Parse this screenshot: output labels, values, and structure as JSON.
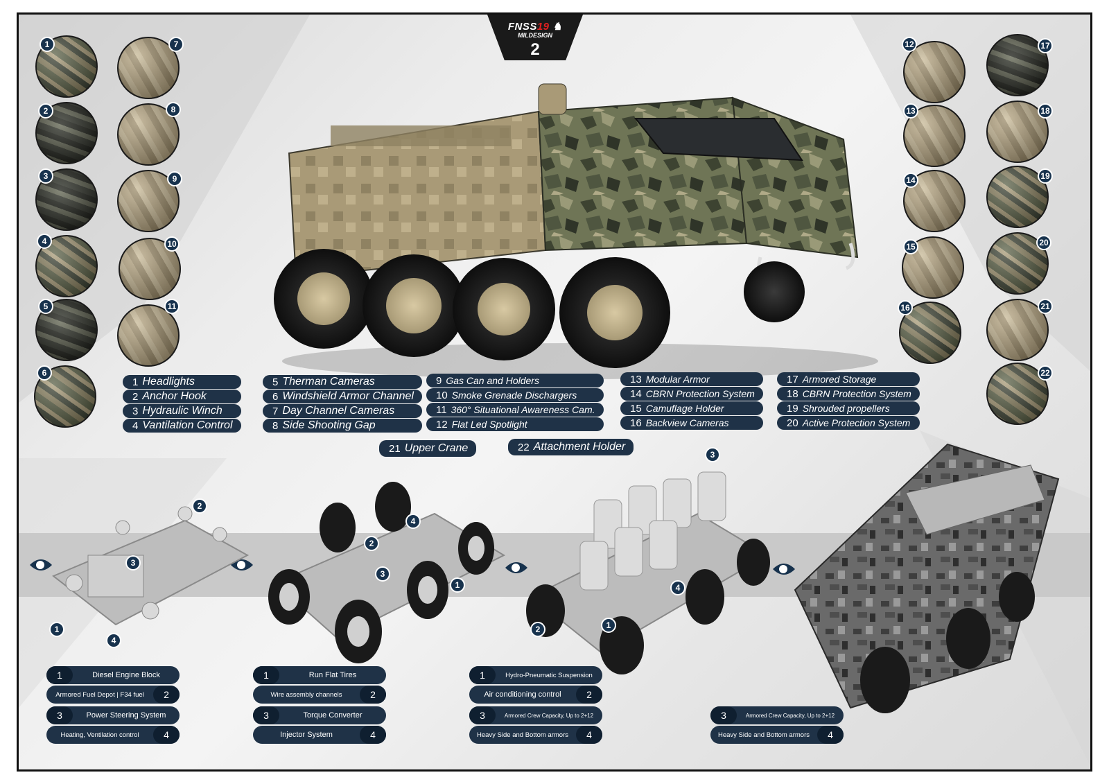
{
  "logo": {
    "brand_main": "FNSS",
    "brand_year": "19",
    "brand_sub": "MILDESIGN",
    "page_number": "2"
  },
  "thumbnails_left": [
    {
      "n": "1"
    },
    {
      "n": "2"
    },
    {
      "n": "3"
    },
    {
      "n": "4"
    },
    {
      "n": "5"
    },
    {
      "n": "6"
    },
    {
      "n": "7"
    },
    {
      "n": "8"
    },
    {
      "n": "9"
    },
    {
      "n": "10"
    },
    {
      "n": "11"
    }
  ],
  "thumbnails_right": [
    {
      "n": "12"
    },
    {
      "n": "13"
    },
    {
      "n": "14"
    },
    {
      "n": "15"
    },
    {
      "n": "16"
    },
    {
      "n": "17"
    },
    {
      "n": "18"
    },
    {
      "n": "19"
    },
    {
      "n": "20"
    },
    {
      "n": "21"
    },
    {
      "n": "22"
    }
  ],
  "features": {
    "group1": [
      {
        "n": "1",
        "label": "Headlights"
      },
      {
        "n": "2",
        "label": "Anchor Hook"
      },
      {
        "n": "3",
        "label": "Hydraulic Winch"
      },
      {
        "n": "4",
        "label": "Vantilation Control"
      }
    ],
    "group2": [
      {
        "n": "5",
        "label": "Therman  Cameras"
      },
      {
        "n": "6",
        "label": "Windshield Armor Channel"
      },
      {
        "n": "7",
        "label": "Day Channel Cameras"
      },
      {
        "n": "8",
        "label": "Side Shooting Gap"
      }
    ],
    "group3": [
      {
        "n": "9",
        "label": "Gas Can and Holders"
      },
      {
        "n": "10",
        "label": "Smoke Grenade Dischargers"
      },
      {
        "n": "11",
        "label": "360° Situational Awareness Cam."
      },
      {
        "n": "12",
        "label": "Flat Led Spotlight"
      }
    ],
    "group4": [
      {
        "n": "13",
        "label": "Modular Armor"
      },
      {
        "n": "14",
        "label": "CBRN Protection System"
      },
      {
        "n": "15",
        "label": "Camuflage Holder"
      },
      {
        "n": "16",
        "label": "Backview Cameras"
      }
    ],
    "group5": [
      {
        "n": "17",
        "label": "Armored Storage"
      },
      {
        "n": "18",
        "label": "CBRN Protection System"
      },
      {
        "n": "19",
        "label": "Shrouded propellers"
      },
      {
        "n": "20",
        "label": "Active Protection System"
      }
    ],
    "extra": [
      {
        "n": "21",
        "label": "Upper Crane"
      },
      {
        "n": "22",
        "label": "Attachment Holder"
      }
    ]
  },
  "stages": [
    {
      "markers": [
        "1",
        "2",
        "3",
        "4"
      ],
      "captions": [
        {
          "n": "1",
          "label": "Diesel Engine Block"
        },
        {
          "n": "2",
          "label": "Armored Fuel Depot | F34 fuel"
        },
        {
          "n": "3",
          "label": "Power Steering System"
        },
        {
          "n": "4",
          "label": "Heating, Ventilation control"
        }
      ]
    },
    {
      "markers": [
        "1",
        "2",
        "3",
        "4"
      ],
      "captions": [
        {
          "n": "1",
          "label": "Run Flat Tires"
        },
        {
          "n": "2",
          "label": "Wire assembly channels"
        },
        {
          "n": "3",
          "label": "Torque Converter"
        },
        {
          "n": "4",
          "label": "Injector System"
        }
      ]
    },
    {
      "markers": [
        "1",
        "2",
        "3",
        "4"
      ],
      "captions": [
        {
          "n": "1",
          "label": "Hydro-Pneumatic Suspension"
        },
        {
          "n": "2",
          "label": "Air conditioning control"
        },
        {
          "n": "3",
          "label": "Armored Crew Capacity, Up to 2+12"
        },
        {
          "n": "4",
          "label": "Heavy Side and Bottom armors"
        }
      ]
    },
    {
      "markers": [],
      "captions": [
        {
          "n": "3",
          "label": "Armored Crew Capacity, Up to 2+12"
        },
        {
          "n": "4",
          "label": "Heavy Side and Bottom armors"
        }
      ]
    }
  ],
  "colors": {
    "pill": "#1f3247",
    "pill_num": "#0f1f30",
    "badge": "#17324d",
    "band": "#c9c9c9"
  }
}
